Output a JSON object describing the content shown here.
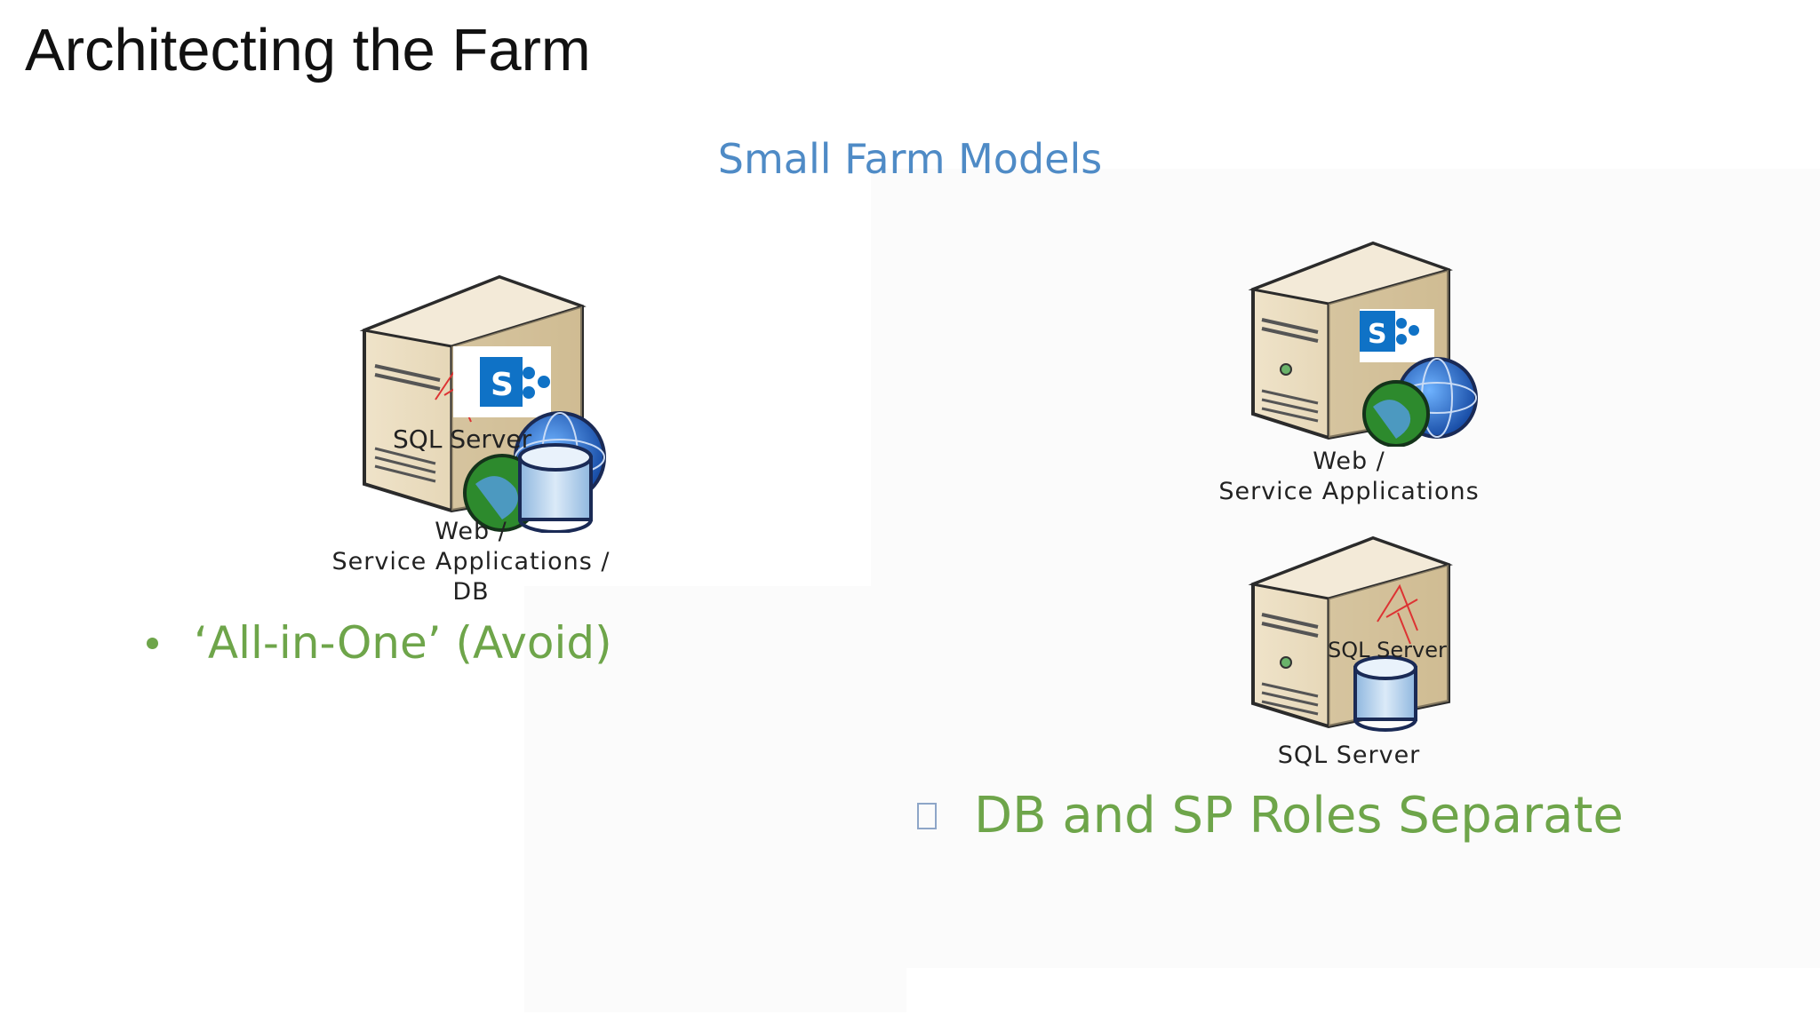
{
  "slide": {
    "title": "Architecting the Farm",
    "subtitle": "Small Farm Models"
  },
  "colors": {
    "subtitle": "#4f8bc6",
    "bullet": "#6ea54a",
    "server_body": "#e3d3b1",
    "sharepoint_blue": "#0f72c6",
    "db_blue": "#bcd6ef"
  },
  "left_model": {
    "server_label": "SQL Server",
    "caption_lines": [
      "Web /",
      "Service Applications /",
      "DB"
    ],
    "bullet": "‘All-in-One’ (Avoid)",
    "icons": [
      "server-icon",
      "sharepoint-logo-icon",
      "globe-icon",
      "database-icon"
    ]
  },
  "right_model": {
    "web_caption_lines": [
      "Web /",
      "Service Applications"
    ],
    "sql_server_label": "SQL Server",
    "sql_caption": "SQL Server",
    "bullet": "DB and SP Roles Separate",
    "icons": [
      "server-icon",
      "sharepoint-logo-icon",
      "globe-icon",
      "database-icon"
    ]
  }
}
